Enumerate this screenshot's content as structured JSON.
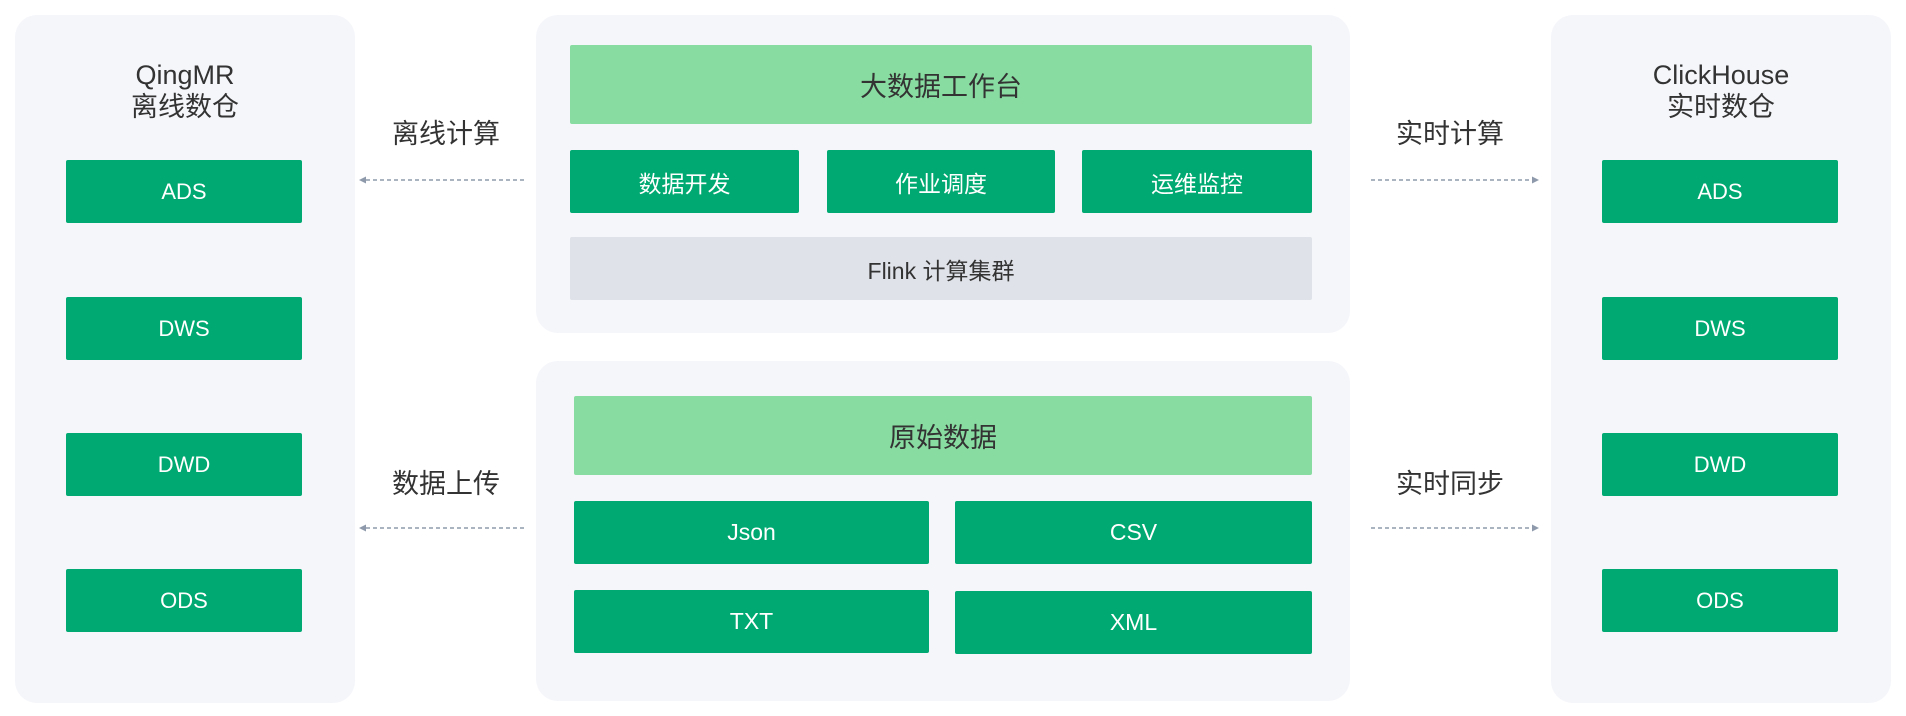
{
  "offline_warehouse": {
    "title": "QingMR",
    "subtitle": "离线数仓",
    "layers": [
      "ADS",
      "DWS",
      "DWD",
      "ODS"
    ]
  },
  "realtime_warehouse": {
    "title": "ClickHouse",
    "subtitle": "实时数仓",
    "layers": [
      "ADS",
      "DWS",
      "DWD",
      "ODS"
    ]
  },
  "workbench": {
    "title": "大数据工作台",
    "modules": [
      "数据开发",
      "作业调度",
      "运维监控"
    ],
    "cluster": "Flink 计算集群"
  },
  "raw_data": {
    "title": "原始数据",
    "formats": [
      "Json",
      "CSV",
      "TXT",
      "XML"
    ]
  },
  "flows": {
    "offline_compute": "离线计算",
    "data_upload": "数据上传",
    "realtime_compute": "实时计算",
    "realtime_sync": "实时同步"
  },
  "colors": {
    "panel": "#f5f6fa",
    "green": "#00a971",
    "light_green": "#88dca1",
    "gray": "#dfe2e8",
    "text_dark": "#333333",
    "arrow": "#8e9aab"
  }
}
